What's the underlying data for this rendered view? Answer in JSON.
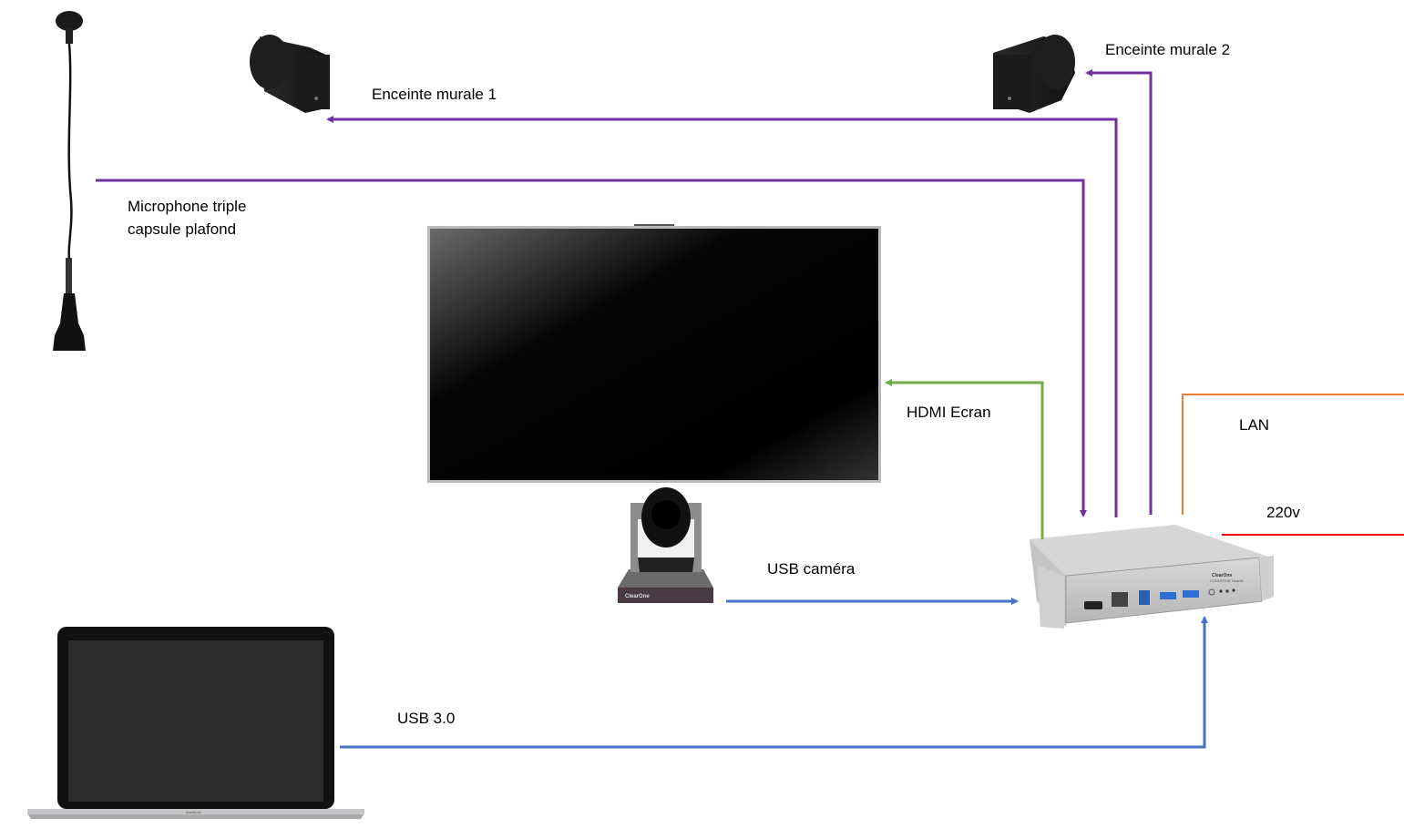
{
  "labels": {
    "speaker1": "Enceinte murale 1",
    "speaker2": "Enceinte murale 2",
    "mic_line1": "Microphone triple",
    "mic_line2": "capsule plafond",
    "hdmi": "HDMI Ecran",
    "lan": "LAN",
    "power": "220v",
    "usb_camera": "USB caméra",
    "usb3": "USB 3.0"
  },
  "logos": {
    "camera_brand": "ClearOne",
    "hub_brand": "ClearOne",
    "hub_model": "CONVERGE Huddle",
    "laptop": "MacBook"
  },
  "colors": {
    "audio": "#7030A0",
    "hdmi": "#70AD47",
    "usb": "#4472C4",
    "lan": "#ED7D31",
    "power": "#FF0000"
  }
}
